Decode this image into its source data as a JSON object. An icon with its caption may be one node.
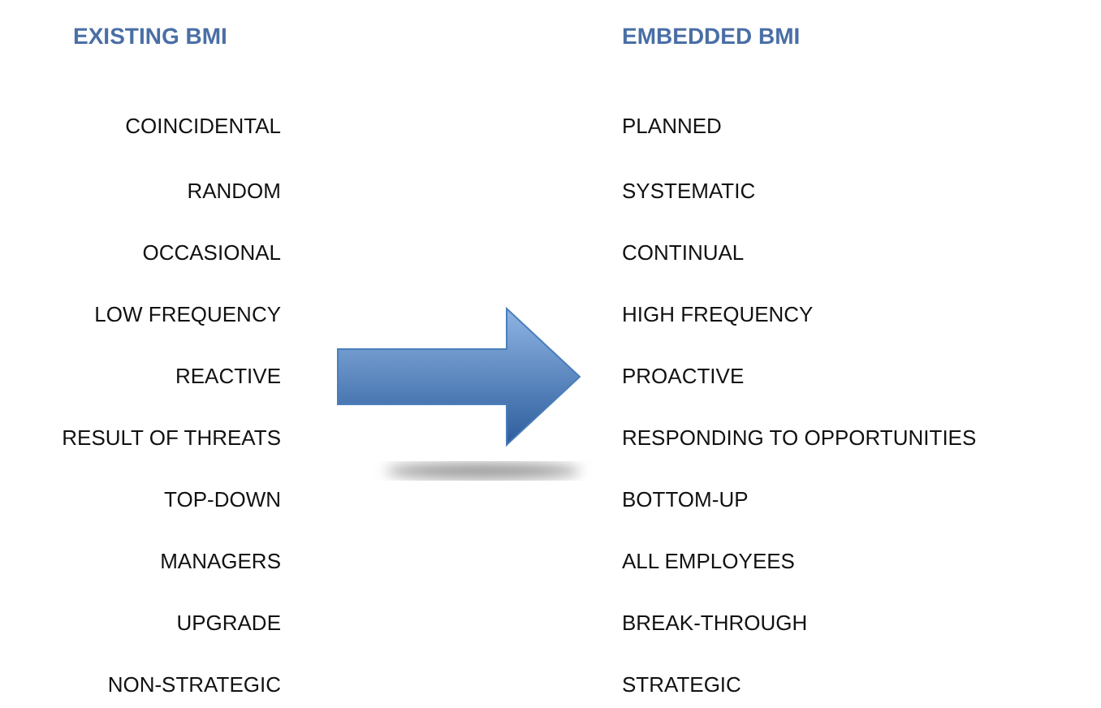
{
  "diagram": {
    "nodes": [
      {
        "text": [
          "EXISTING  BMI",
          "COINCIDENTAL",
          "RANDOM",
          "OCCASIONAL",
          "LOW FREQUENCY",
          "REACTIVE",
          "RESULT OF THREATS",
          "TOP-DOWN",
          "MANAGERS",
          "UPGRADE",
          "NON-STRATEGIC"
        ]
      },
      {
        "text": [
          "EMBEDDED  BMI",
          "PLANNED",
          "SYSTEMATIC",
          "CONTINUAL",
          "HIGH FREQUENCY",
          "PROACTIVE",
          "RESPONDING TO OPPORTUNITIES",
          "BOTTOM-UP",
          "ALL EMPLOYEES",
          "BREAK-THROUGH",
          "STRATEGIC"
        ]
      }
    ],
    "edges": [
      {
        "from": 0,
        "to": 1,
        "arrow": "to",
        "style": "thick",
        "color": "#4a7ebb"
      }
    ]
  }
}
